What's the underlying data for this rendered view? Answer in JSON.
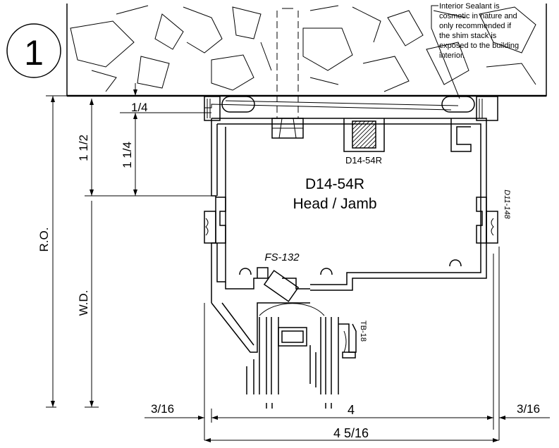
{
  "detail": {
    "number": "1",
    "profile_name": "D14-54R",
    "profile_desc": "Head / Jamb",
    "small_profile_label": "D14-54R",
    "left_part": "FS-132",
    "right_part": "D11-148",
    "gasket_part": "TB-18"
  },
  "note": {
    "lines": [
      "Interior Sealant is",
      "cosmetic in nature and",
      "only recommended if",
      "the shim stack is",
      "exposed to the building",
      "interior."
    ]
  },
  "dimensions": {
    "quarter": "1/4",
    "one_half": "1 1/2",
    "one_quarter": "1 1/4",
    "rough_opening": "R.O.",
    "window_dim": "W.D.",
    "left_gap": "3/16",
    "right_gap": "3/16",
    "frame_width": "4",
    "overall_width": "4 5/16"
  },
  "colors": {
    "line": "#000000",
    "background": "#ffffff"
  }
}
